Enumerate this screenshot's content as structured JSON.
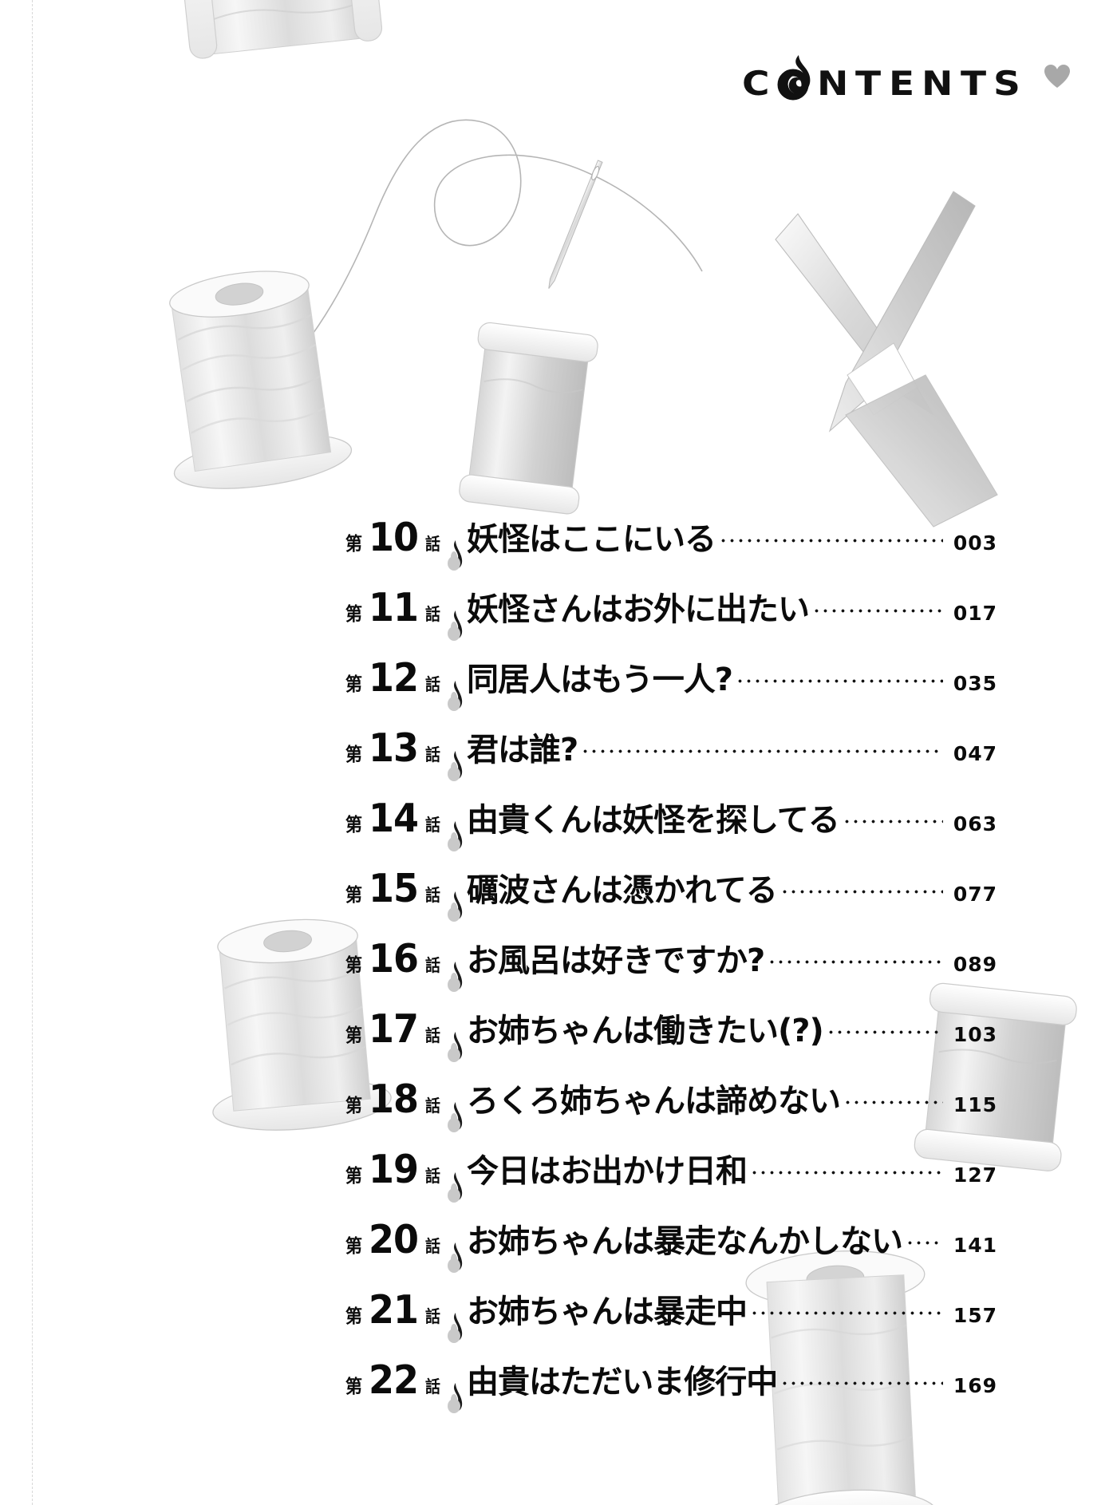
{
  "page": {
    "background_color": "#ffffff",
    "text_color": "#0b0b0b",
    "heart_color": "#a8a8a8"
  },
  "header": {
    "title": "CONTENTS",
    "letters": [
      "C",
      "O",
      "N",
      "T",
      "E",
      "N",
      "T",
      "S"
    ],
    "heart_icon": "heart-icon",
    "flame_letter_index": 1
  },
  "decor": {
    "items": [
      {
        "name": "thread-spool-top",
        "label": "thread spool"
      },
      {
        "name": "thread-spool-left",
        "label": "thread spool"
      },
      {
        "name": "thread-spool-center",
        "label": "thread spool"
      },
      {
        "name": "thread-spool-lower-left",
        "label": "thread spool"
      },
      {
        "name": "thread-spool-right",
        "label": "thread spool"
      },
      {
        "name": "thread-spool-bottom",
        "label": "thread spool"
      },
      {
        "name": "scissors",
        "label": "scissors"
      },
      {
        "name": "sewing-needle",
        "label": "sewing needle with thread"
      },
      {
        "name": "thread-strand",
        "label": "loose thread"
      }
    ]
  },
  "toc": {
    "prefix": "第",
    "suffix": "話",
    "flame_icon": "flame-icon",
    "entries": [
      {
        "number": "10",
        "title": "妖怪はここにいる",
        "page": "003"
      },
      {
        "number": "11",
        "title": "妖怪さんはお外に出たい",
        "page": "017"
      },
      {
        "number": "12",
        "title": "同居人はもう一人?",
        "page": "035"
      },
      {
        "number": "13",
        "title": "君は誰?",
        "page": "047"
      },
      {
        "number": "14",
        "title": "由貴くんは妖怪を探してる",
        "page": "063"
      },
      {
        "number": "15",
        "title": "礪波さんは憑かれてる",
        "page": "077"
      },
      {
        "number": "16",
        "title": "お風呂は好きですか?",
        "page": "089"
      },
      {
        "number": "17",
        "title": "お姉ちゃんは働きたい(?)",
        "page": "103"
      },
      {
        "number": "18",
        "title": "ろくろ姉ちゃんは諦めない",
        "page": "115"
      },
      {
        "number": "19",
        "title": "今日はお出かけ日和",
        "page": "127"
      },
      {
        "number": "20",
        "title": "お姉ちゃんは暴走なんかしない",
        "page": "141"
      },
      {
        "number": "21",
        "title": "お姉ちゃんは暴走中",
        "page": "157"
      },
      {
        "number": "22",
        "title": "由貴はただいま修行中",
        "page": "169"
      }
    ]
  }
}
